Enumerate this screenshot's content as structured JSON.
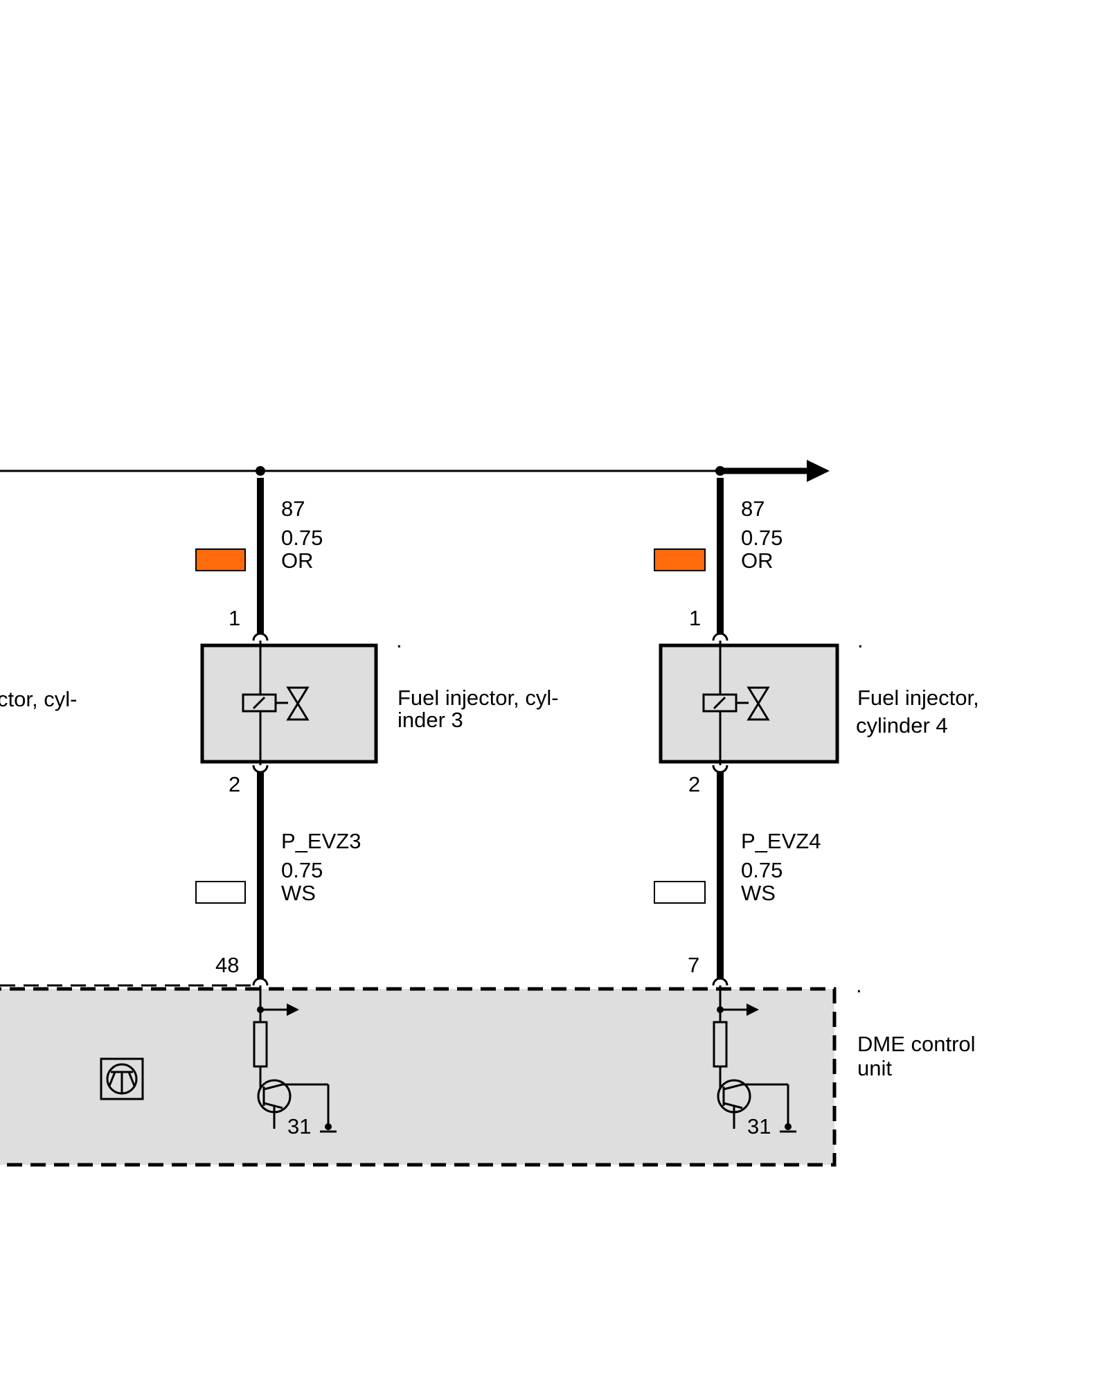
{
  "bus": {
    "left_branch": "",
    "right_branch": ""
  },
  "columns": [
    {
      "id": "cyl3",
      "supply": {
        "terminal": "87",
        "gauge": "0.75",
        "color_code": "OR",
        "swatch_color": "#ff6a0a"
      },
      "injector": {
        "pin_top": "1",
        "pin_bottom": "2",
        "dot": ".",
        "label_line1": "Fuel injector, cyl-",
        "label_line2": "inder 3"
      },
      "signal": {
        "name": "P_EVZ3",
        "gauge": "0.75",
        "color_code": "WS",
        "swatch_color": "#ffffff"
      },
      "ecu_pin": "48",
      "ground": "31"
    },
    {
      "id": "cyl4",
      "supply": {
        "terminal": "87",
        "gauge": "0.75",
        "color_code": "OR",
        "swatch_color": "#ff6a0a"
      },
      "injector": {
        "pin_top": "1",
        "pin_bottom": "2",
        "dot": ".",
        "label_line1": "Fuel injector,",
        "label_line2": "cylinder 4"
      },
      "signal": {
        "name": "P_EVZ4",
        "gauge": "0.75",
        "color_code": "WS",
        "swatch_color": "#ffffff"
      },
      "ecu_pin": "7",
      "ground": "31"
    }
  ],
  "partial_left_label": "ctor, cyl-",
  "dme": {
    "dot": ".",
    "label_line1": "DME control",
    "label_line2": "unit"
  }
}
